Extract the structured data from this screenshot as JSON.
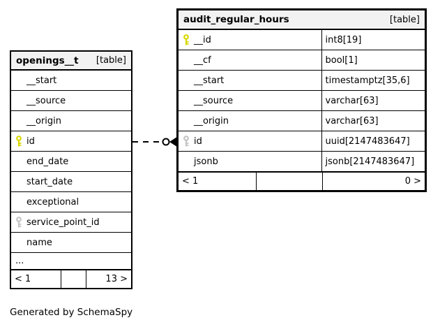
{
  "diagram": {
    "footer_note": "Generated by SchemaSpy",
    "colors": {
      "primary_key": "#d8d800",
      "foreign_key": "#c4c4c4",
      "header_bg": "#f2f2f2",
      "border": "#000000"
    },
    "connector": {
      "style": "dashed",
      "from_table": "openings__t",
      "from_column": "id",
      "to_table": "audit_regular_hours",
      "to_column": "id"
    },
    "tables": [
      {
        "name": "openings__t",
        "tag": "[table]",
        "columns": [
          {
            "name": "__start"
          },
          {
            "name": "__source"
          },
          {
            "name": "__origin"
          },
          {
            "name": "id",
            "key": "primary"
          },
          {
            "name": "end_date"
          },
          {
            "name": "start_date"
          },
          {
            "name": "exceptional"
          },
          {
            "name": "service_point_id",
            "key": "foreign"
          },
          {
            "name": "name"
          },
          {
            "name": "..."
          }
        ],
        "pager": {
          "prev": "< 1",
          "mid": "",
          "next": "13 >"
        }
      },
      {
        "name": "audit_regular_hours",
        "tag": "[table]",
        "columns": [
          {
            "name": "__id",
            "type": "int8[19]",
            "key": "primary"
          },
          {
            "name": "__cf",
            "type": "bool[1]"
          },
          {
            "name": "__start",
            "type": "timestamptz[35,6]"
          },
          {
            "name": "__source",
            "type": "varchar[63]"
          },
          {
            "name": "__origin",
            "type": "varchar[63]"
          },
          {
            "name": "id",
            "type": "uuid[2147483647]",
            "key": "foreign"
          },
          {
            "name": "jsonb",
            "type": "jsonb[2147483647]"
          }
        ],
        "pager": {
          "prev": "< 1",
          "mid": "",
          "next": "0 >"
        }
      }
    ]
  }
}
